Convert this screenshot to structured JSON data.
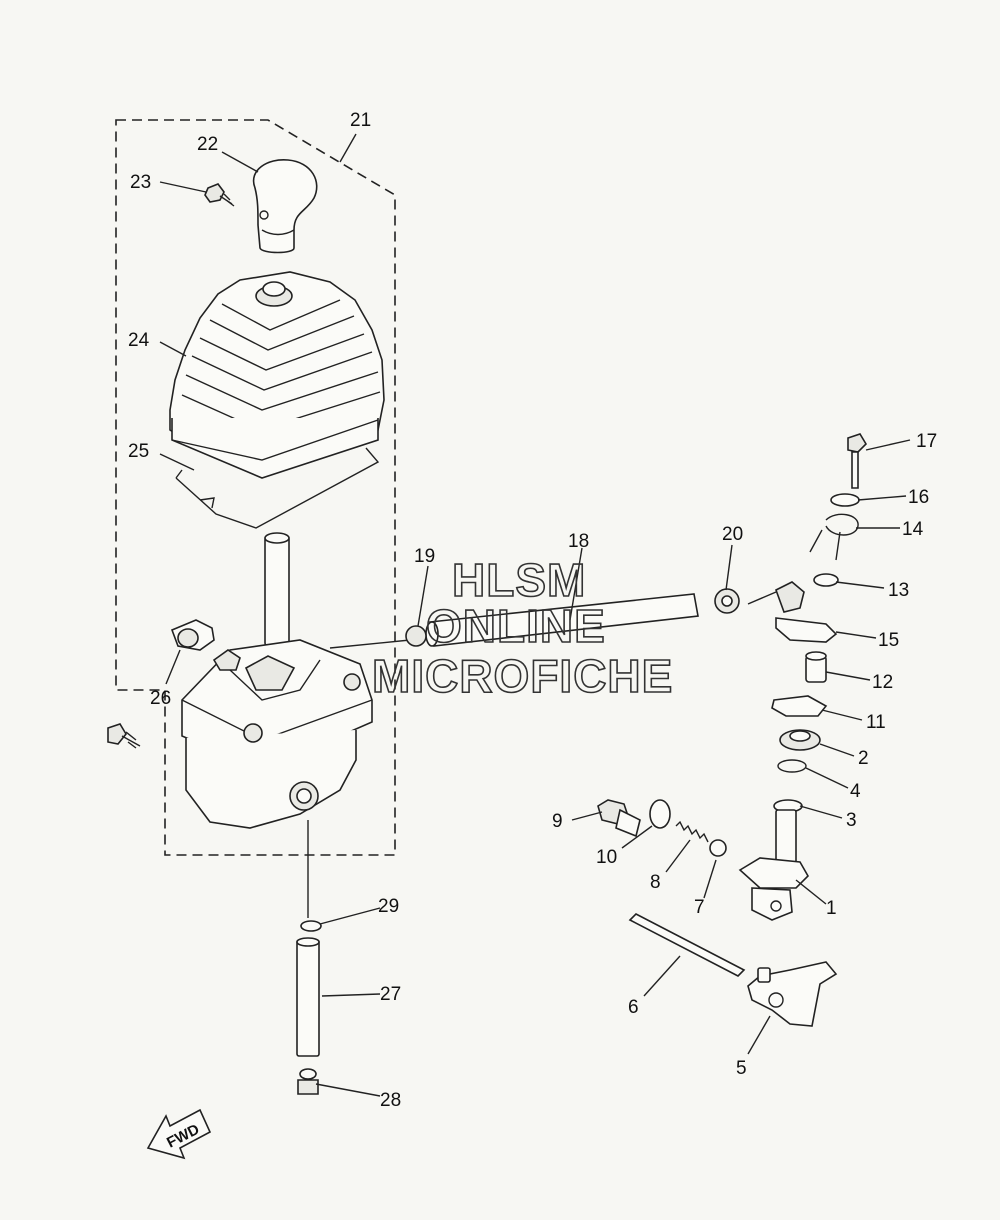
{
  "watermark": {
    "line1": "HLSM",
    "line2": "ONLINE",
    "line3": "MICROFICHE"
  },
  "fwd_label": "FWD",
  "callouts": {
    "c1": "1",
    "c2": "2",
    "c3": "3",
    "c4": "4",
    "c5": "5",
    "c6": "6",
    "c7": "7",
    "c8": "8",
    "c9": "9",
    "c10": "10",
    "c11": "11",
    "c12": "12",
    "c13": "13",
    "c14": "14",
    "c15": "15",
    "c16": "16",
    "c17": "17",
    "c18": "18",
    "c19": "19",
    "c20": "20",
    "c21": "21",
    "c22": "22",
    "c23": "23",
    "c24": "24",
    "c25": "25",
    "c26": "26",
    "c27": "27",
    "c28": "28",
    "c29": "29"
  }
}
